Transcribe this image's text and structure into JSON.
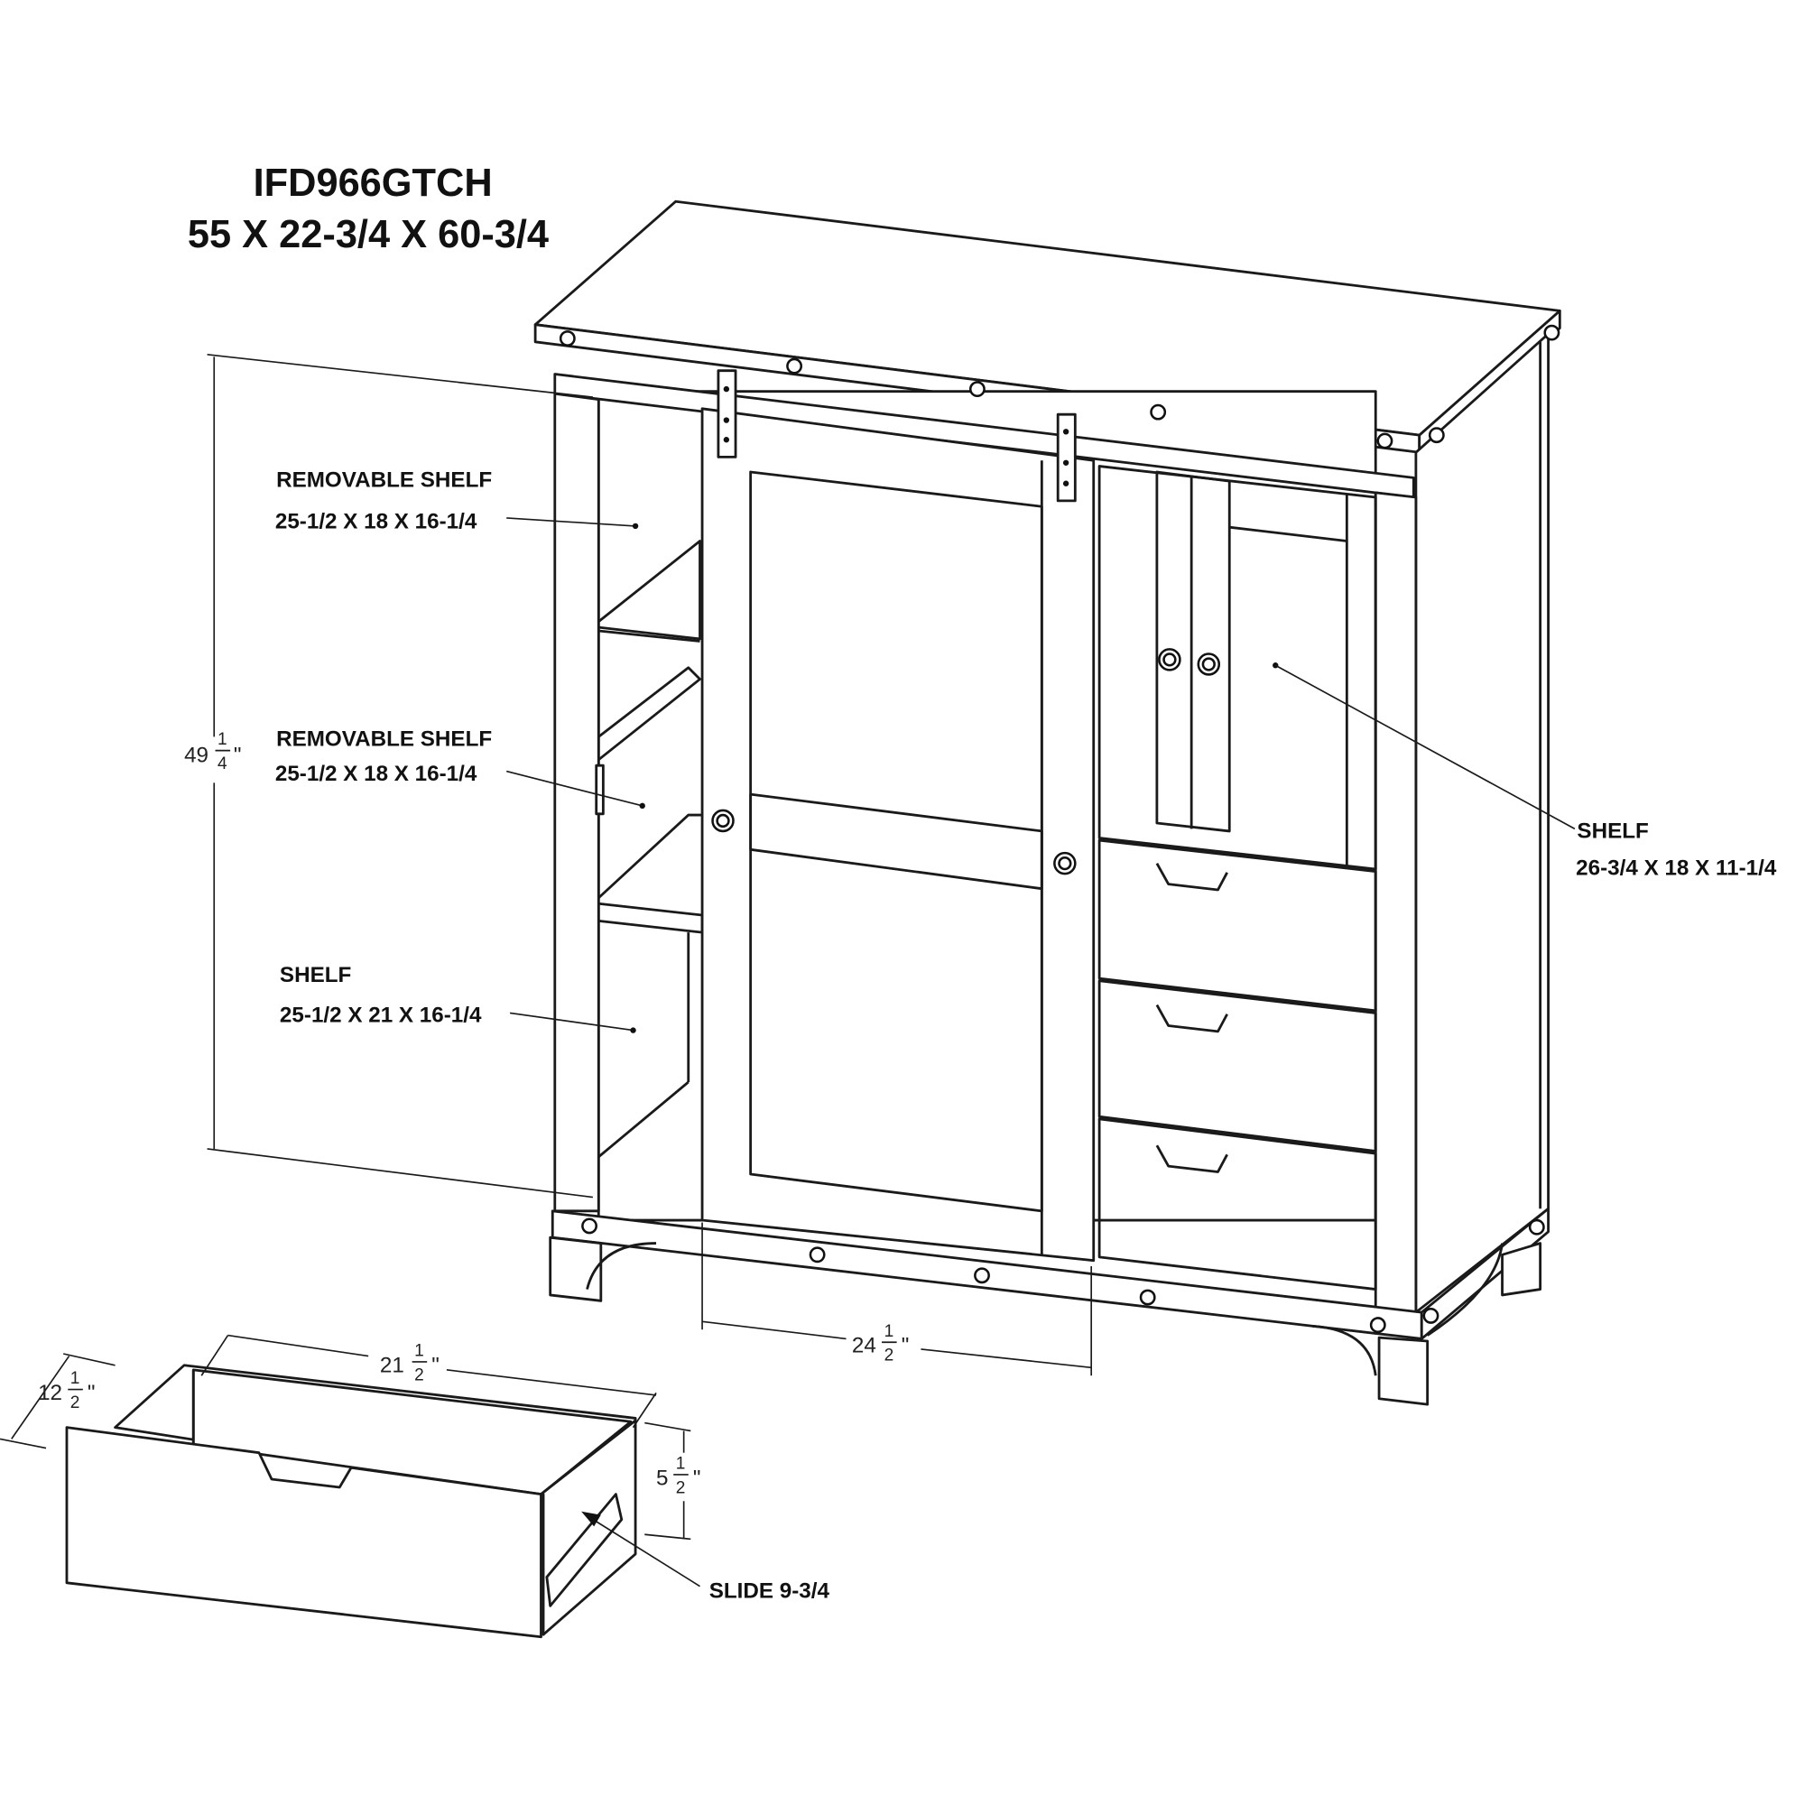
{
  "title": {
    "model": "IFD966GTCH",
    "dimensions": "55 X 22-3/4 X 60-3/4"
  },
  "labels": {
    "removable_shelf_1": {
      "name": "REMOVABLE SHELF",
      "size": "25-1/2 X 18 X 16-1/4"
    },
    "removable_shelf_2": {
      "name": "REMOVABLE SHELF",
      "size": "25-1/2 X 18 X 16-1/4"
    },
    "shelf_left": {
      "name": "SHELF",
      "size": "25-1/2 X 21 X 16-1/4"
    },
    "shelf_right": {
      "name": "SHELF",
      "size": "26-3/4 X 18 X 11-1/4"
    },
    "slide": "SLIDE 9-3/4"
  },
  "dimensions": {
    "interior_height": {
      "whole": "49",
      "num": "1",
      "den": "4",
      "unit": "\""
    },
    "door_width": {
      "whole": "24",
      "num": "1",
      "den": "2",
      "unit": "\""
    },
    "drawer_width": {
      "whole": "21",
      "num": "1",
      "den": "2",
      "unit": "\""
    },
    "drawer_depth": {
      "whole": "12",
      "num": "1",
      "den": "2",
      "unit": "\""
    },
    "drawer_height": {
      "whole": "5",
      "num": "1",
      "den": "2",
      "unit": "\""
    }
  }
}
